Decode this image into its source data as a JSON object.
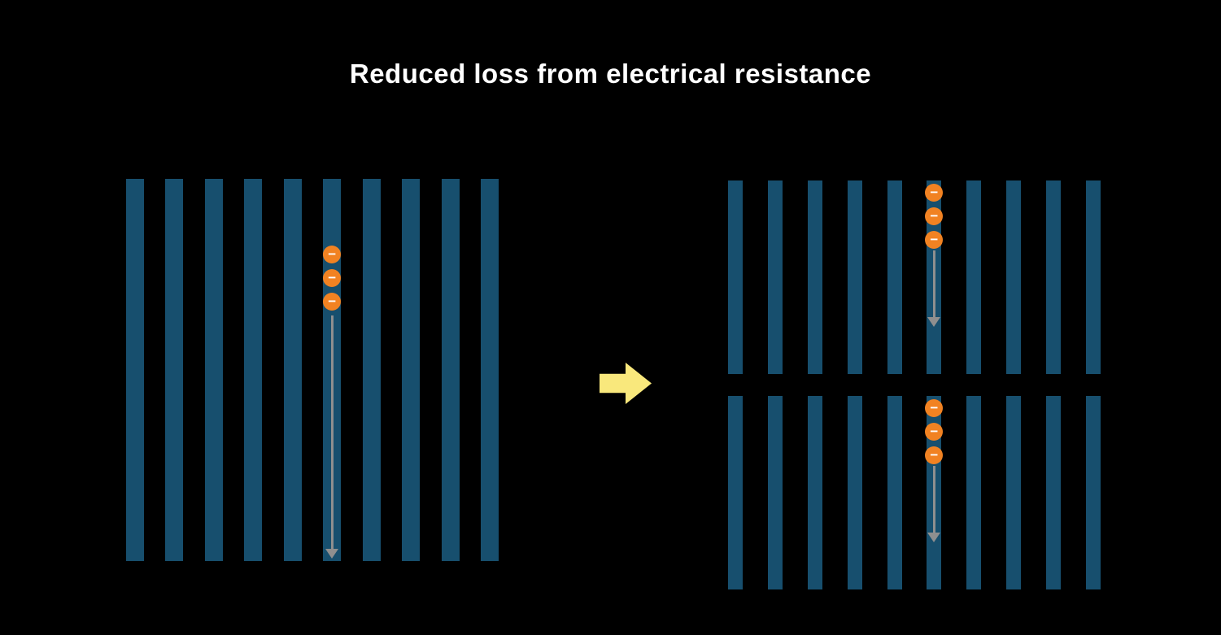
{
  "title": "Reduced loss from electrical resistance",
  "symbols": {
    "minus": "−"
  },
  "colors": {
    "background": "#000000",
    "title_text": "#ffffff",
    "cell_bar": "#174f6e",
    "electron_fill": "#f18222",
    "electron_symbol": "#ffffff",
    "flow_arrow": "#8f8f8f",
    "transition_arrow": "#f9e87c"
  },
  "panels": {
    "full_cell": {
      "bars": 10,
      "electrons": 3,
      "electron_bar_index": 5
    },
    "half_cell_top": {
      "bars": 10,
      "electrons": 3,
      "electron_bar_index": 5
    },
    "half_cell_bottom": {
      "bars": 10,
      "electrons": 3,
      "electron_bar_index": 5
    }
  }
}
